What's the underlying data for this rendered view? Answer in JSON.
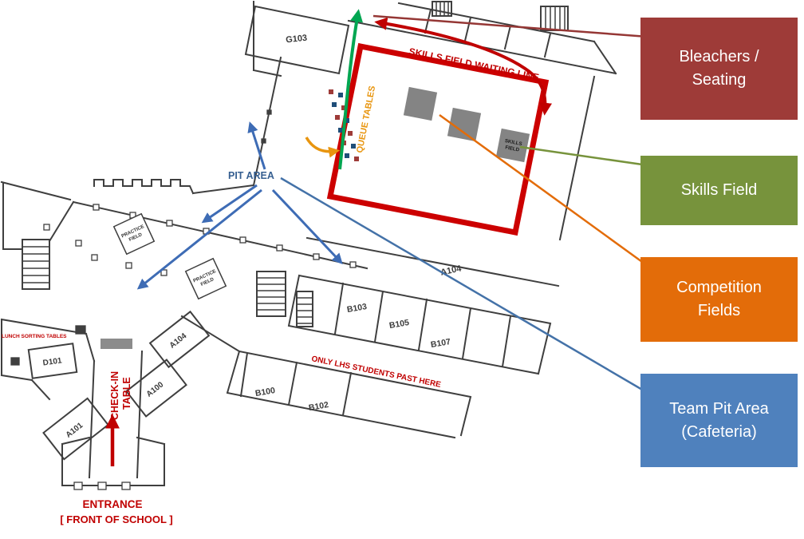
{
  "title": "School floor plan event map",
  "colors": {
    "waiting_line_red": "#C00000",
    "queue_orange": "#E8950F",
    "arrow_green": "#00A651",
    "pit_blue": "#3E6CB5",
    "wall_gray": "#3F3F3F",
    "field_gray": "#848484",
    "competition_border_red": "#CC0000"
  },
  "legend": {
    "items": [
      {
        "label": "Bleachers / Seating",
        "color": "#9E3B38",
        "line_color": "#953735"
      },
      {
        "label": "Skills Field",
        "color": "#77933C",
        "line_color": "#77933C"
      },
      {
        "label": "Competition Fields",
        "color": "#E36C09",
        "line_color": "#E36C09"
      },
      {
        "label": "Team Pit Area (Cafeteria)",
        "color": "#4F81BD",
        "line_color": "#4472A8"
      }
    ]
  },
  "map": {
    "annotations": {
      "waiting_line": "SKILLS FIELD WAITING LINE",
      "queue_tables": "QUEUE TABLES",
      "pit_area": "PIT AREA",
      "check_in_line1": "CHECK-IN",
      "check_in_line2": "TABLE",
      "entrance_line1": "ENTRANCE",
      "entrance_line2": "[ FRONT OF SCHOOL ]",
      "students_notice": "ONLY LHS STUDENTS PAST HERE",
      "lunch_sorting": "LUNCH SORTING TABLES",
      "skills_field_line1": "SKILLS",
      "skills_field_line2": "FIELD",
      "practice_field_line1": "PRACTICE",
      "practice_field_line2": "FIELD"
    },
    "rooms": {
      "g103": "G103",
      "a104_hall": "A104",
      "b103": "B103",
      "b105": "B105",
      "b107": "B107",
      "b100": "B100",
      "b102": "B102",
      "a104_wing": "A104",
      "a100": "A100",
      "a101": "A101",
      "d101": "D101"
    }
  }
}
